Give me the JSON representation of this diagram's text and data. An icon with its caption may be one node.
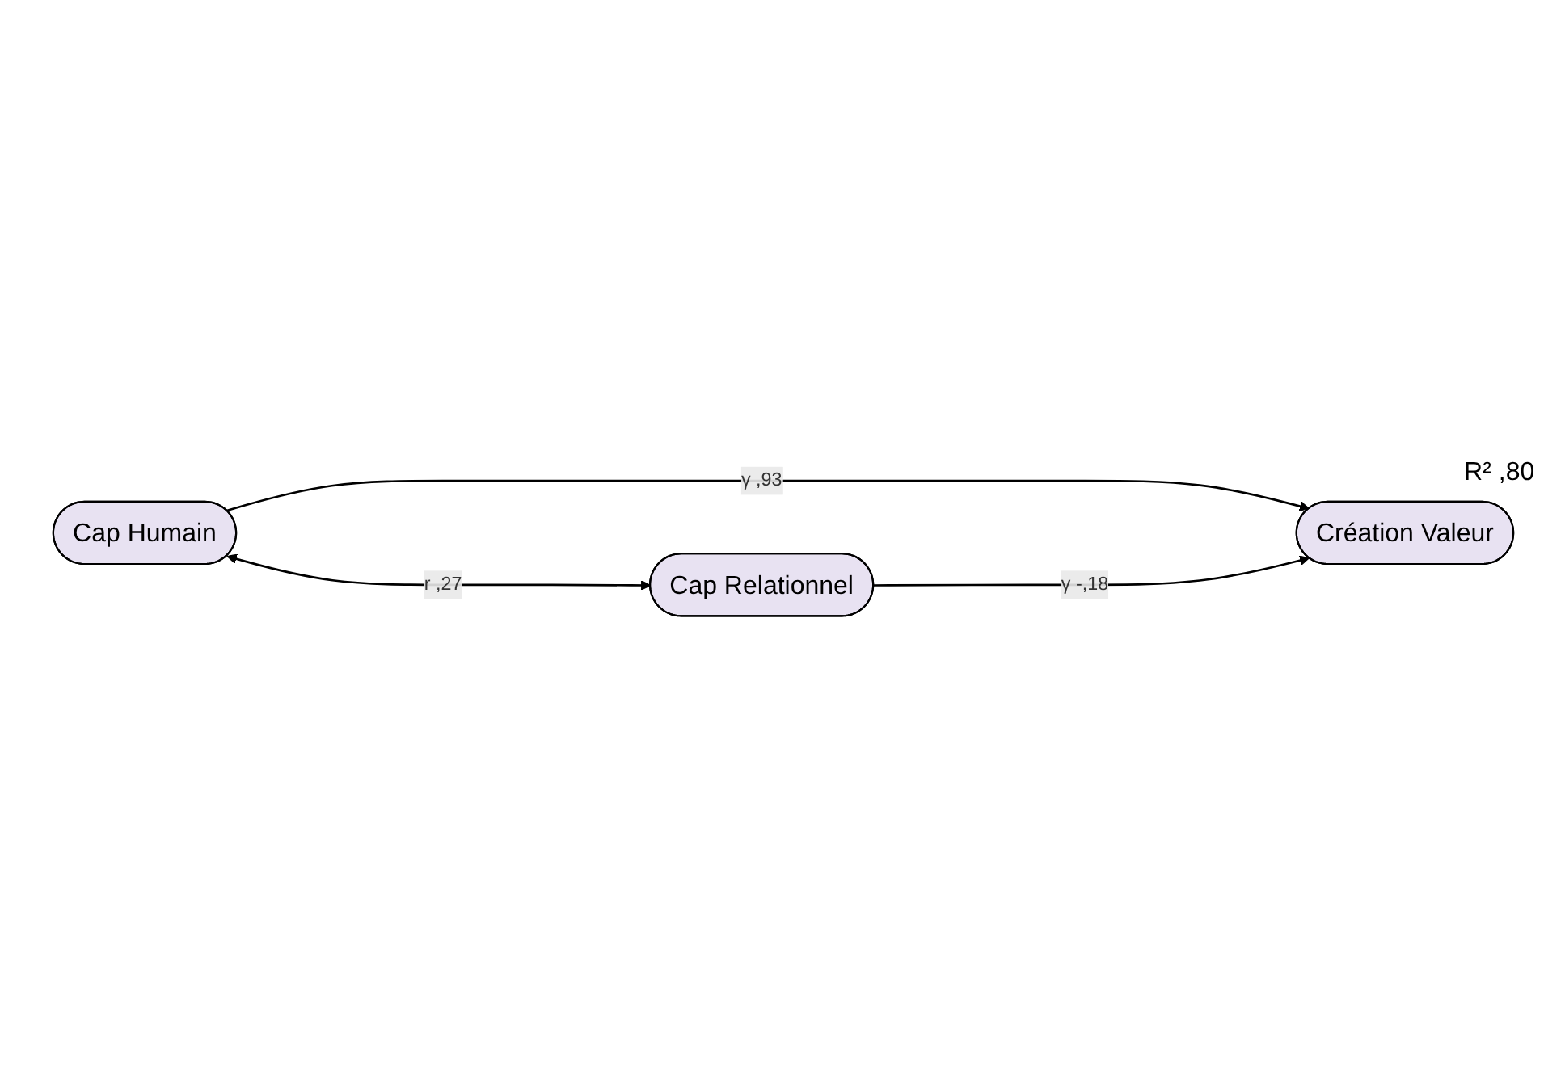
{
  "diagram": {
    "nodes": [
      {
        "text": [
          "Cap Humain"
        ]
      },
      {
        "text": [
          "Création Valeur"
        ],
        "beside": [
          "R² ,80"
        ]
      },
      {
        "text": [
          "Cap Relationnel"
        ]
      }
    ],
    "edges": [
      {
        "from": 0,
        "to": 1,
        "arrow": "to",
        "label": "γ ,93"
      },
      {
        "from": 2,
        "to": 1,
        "arrow": "to",
        "label": "γ -,18"
      },
      {
        "from": 0,
        "to": 2,
        "arrow": "both",
        "label": "r ,27"
      }
    ]
  }
}
